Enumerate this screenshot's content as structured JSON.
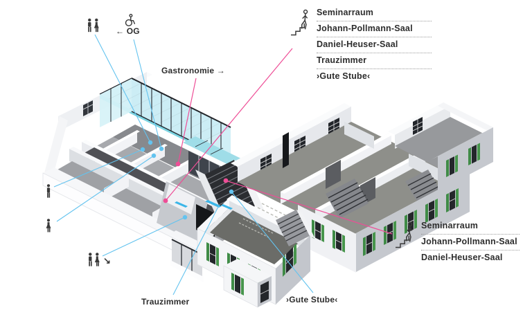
{
  "labels": {
    "gastronomie": "Gastronomie →",
    "og": "← OG",
    "trauzimmer": "Trauzimmer",
    "gute_stube": "›Gute Stube‹",
    "wc_direction_arrow": "↘"
  },
  "legend_top": {
    "icon": "stairs-up-person-icon",
    "items": [
      "Seminarraum",
      "Johann-Pollmann-Saal",
      "Daniel-Heuser-Saal",
      "Trauzimmer",
      "›Gute Stube‹"
    ]
  },
  "legend_bottom": {
    "icon": "stairs-up-person-icon",
    "items": [
      "Seminarraum",
      "Johann-Pollmann-Saal",
      "Daniel-Heuser-Saal"
    ]
  },
  "icons": {
    "top_left": "wc-men-women-icon",
    "upper": "wheelchair-icon",
    "left_1": "wc-men-icon",
    "left_2": "wc-women-icon",
    "bottom_left": "wc-men-women-icon"
  },
  "colors": {
    "leader_pink": "#ee4d96",
    "leader_blue": "#63c3ef",
    "glass_teal": "#c9edf4",
    "shutter_green": "#44914a",
    "facade_gray": "#c5c8ce",
    "floor_dark": "#505156",
    "text": "#2d2d2d"
  }
}
